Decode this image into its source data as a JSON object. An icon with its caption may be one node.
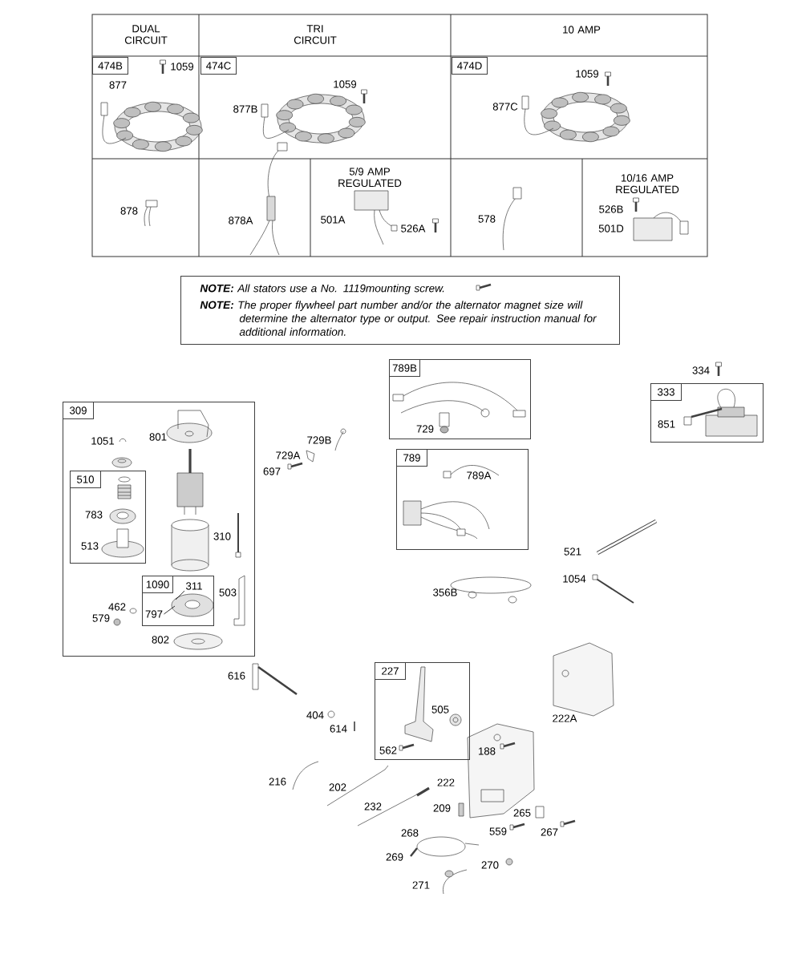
{
  "diagram": {
    "nodes": [
      {
        "text": [
          "474B"
        ]
      },
      {
        "text": [
          "474C"
        ]
      },
      {
        "text": [
          "474D"
        ]
      },
      {
        "text": [
          "**NOTE:** All stators use a No. 1119mounting screw.",
          "**NOTE:** The proper flywheel part number and/or the alternator magnet size will determine the alternator type or output. See repair instruction manual for additional information."
        ]
      },
      {
        "text": [
          "789B"
        ]
      },
      {
        "text": [
          "789"
        ]
      },
      {
        "text": [
          "333"
        ]
      },
      {
        "text": [
          "309"
        ]
      },
      {
        "text": [
          "510"
        ],
        "in": 7
      },
      {
        "text": [
          "1090"
        ],
        "in": 7
      },
      {
        "text": [
          "311"
        ],
        "in": 9
      },
      {
        "text": [
          "797"
        ],
        "in": 9
      },
      {
        "text": [
          "227"
        ]
      }
    ],
    "edges": [
      {
        "from": 10,
        "to": null,
        "arrow": "none"
      },
      {
        "from": 11,
        "to": null,
        "arrow": "none"
      }
    ],
    "labels": [
      "DUAL CIRCUIT",
      "TRI CIRCUIT",
      "10 AMP",
      "1059",
      "877",
      "1059",
      "1059",
      "877B",
      "877C",
      "5/9 AMP REGULATED",
      "10/16 AMP REGULATED",
      "878",
      "526B",
      "878A",
      "501A",
      "578",
      "526A",
      "501D",
      "334",
      "1051",
      "801",
      "729B",
      "729",
      "851",
      "729A",
      "697",
      "789A",
      "783",
      "310",
      "513",
      "521",
      "1054",
      "503",
      "356B",
      "462",
      "579",
      "802",
      "616",
      "505",
      "404",
      "222A",
      "614",
      "562",
      "188",
      "216",
      "222",
      "202",
      "232",
      "209",
      "265",
      "268",
      "559",
      "267",
      "269",
      "270",
      "271"
    ]
  }
}
